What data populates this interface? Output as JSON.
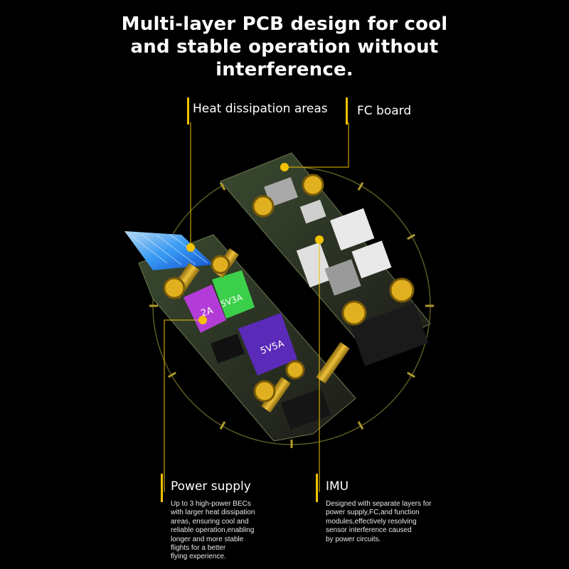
{
  "headline": {
    "lines": [
      "Multi-layer PCB design for cool",
      "and stable operation without",
      "interference."
    ]
  },
  "colors": {
    "accent": "#f2c200",
    "background": "#000000"
  },
  "callouts": {
    "heat": {
      "label": "Heat dissipation areas"
    },
    "fc": {
      "label": "FC board"
    },
    "power": {
      "label": "Power supply",
      "desc_lines": [
        "Up to 3 high-power BECs",
        "with larger heat dissipation",
        "areas, ensuring cool and",
        "reliable operation,enabling",
        "longer and more stable",
        "flights for a better",
        "flying experience."
      ]
    },
    "imu": {
      "label": "IMU",
      "desc_lines": [
        "Designed with separate layers for",
        "power supply,FC,and function",
        "modules,effectively resolving",
        "sensor interference caused",
        "by power circuits."
      ]
    }
  },
  "bec_labels": [
    "2A",
    "5V3A",
    "5V5A"
  ]
}
